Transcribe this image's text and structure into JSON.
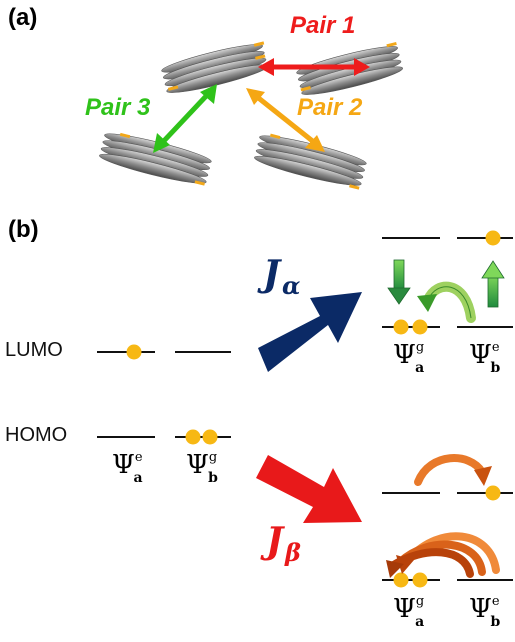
{
  "panel_a": {
    "label": "(a)",
    "pairs": [
      {
        "name": "Pair 1",
        "color": "#ee1c1c"
      },
      {
        "name": "Pair 2",
        "color": "#f5a714"
      },
      {
        "name": "Pair 3",
        "color": "#2fc21a"
      }
    ]
  },
  "panel_b": {
    "label": "(b)",
    "levels": {
      "lumo": "LUMO",
      "homo": "HOMO"
    },
    "psi_symbol": "Ψ",
    "states": {
      "a_excited": {
        "sup": "e",
        "sub": "a"
      },
      "b_ground": {
        "sup": "g",
        "sub": "b"
      },
      "a_ground": {
        "sup": "g",
        "sub": "a"
      },
      "b_excited": {
        "sup": "e",
        "sub": "b"
      }
    },
    "couplings": [
      {
        "symbol": "J",
        "sub": "α",
        "color": "#0b2a66"
      },
      {
        "symbol": "J",
        "sub": "β",
        "color": "#e8191a"
      }
    ],
    "electron_color": "#f7b814",
    "level_line_color": "#111111"
  }
}
